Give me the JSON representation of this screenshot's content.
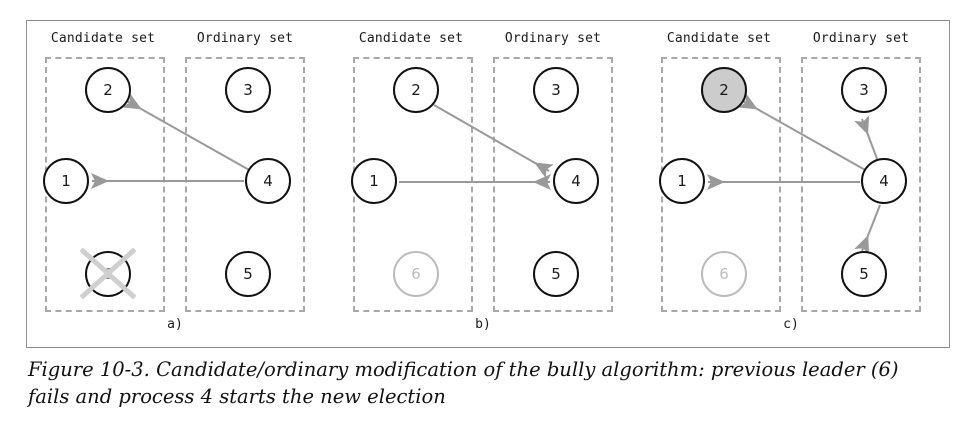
{
  "figure": {
    "caption_line_1": "Figure 10-3. Candidate/ordinary modification of the bully algorithm: previous leader",
    "caption_line_2": "(6) fails and process 4 starts the new election",
    "colors": {
      "node_stroke": "#111111",
      "node_fill_default": "#ffffff",
      "node_fill_leader": "#cccccc",
      "node_faded": "#bdbdbd",
      "arrow": "#999999",
      "dashed_box": "#a8a8a8",
      "frame": "#8e8e8e",
      "cross": "#cfcfcf"
    }
  },
  "panels": [
    {
      "id": "a",
      "caption": "a)",
      "candidate_set_label": "Candidate set",
      "ordinary_set_label": "Ordinary set",
      "nodes": [
        {
          "id": "2",
          "label": "2",
          "set": "candidate",
          "state": "normal"
        },
        {
          "id": "1",
          "label": "1",
          "set": "candidate",
          "state": "normal"
        },
        {
          "id": "6",
          "label": "6",
          "set": "candidate",
          "state": "failed"
        },
        {
          "id": "3",
          "label": "3",
          "set": "ordinary",
          "state": "normal"
        },
        {
          "id": "4",
          "label": "4",
          "set": "ordinary",
          "state": "normal"
        },
        {
          "id": "5",
          "label": "5",
          "set": "ordinary",
          "state": "normal"
        }
      ],
      "edges": [
        {
          "from": "4",
          "to": "2"
        },
        {
          "from": "4",
          "to": "1"
        }
      ]
    },
    {
      "id": "b",
      "caption": "b)",
      "candidate_set_label": "Candidate set",
      "ordinary_set_label": "Ordinary set",
      "nodes": [
        {
          "id": "2",
          "label": "2",
          "set": "candidate",
          "state": "normal"
        },
        {
          "id": "1",
          "label": "1",
          "set": "candidate",
          "state": "normal"
        },
        {
          "id": "6",
          "label": "6",
          "set": "candidate",
          "state": "faded"
        },
        {
          "id": "3",
          "label": "3",
          "set": "ordinary",
          "state": "normal"
        },
        {
          "id": "4",
          "label": "4",
          "set": "ordinary",
          "state": "normal"
        },
        {
          "id": "5",
          "label": "5",
          "set": "ordinary",
          "state": "normal"
        }
      ],
      "edges": [
        {
          "from": "2",
          "to": "4"
        },
        {
          "from": "1",
          "to": "4"
        }
      ]
    },
    {
      "id": "c",
      "caption": "c)",
      "candidate_set_label": "Candidate set",
      "ordinary_set_label": "Ordinary set",
      "nodes": [
        {
          "id": "2",
          "label": "2",
          "set": "candidate",
          "state": "leader"
        },
        {
          "id": "1",
          "label": "1",
          "set": "candidate",
          "state": "normal"
        },
        {
          "id": "6",
          "label": "6",
          "set": "candidate",
          "state": "faded"
        },
        {
          "id": "3",
          "label": "3",
          "set": "ordinary",
          "state": "normal"
        },
        {
          "id": "4",
          "label": "4",
          "set": "ordinary",
          "state": "normal"
        },
        {
          "id": "5",
          "label": "5",
          "set": "ordinary",
          "state": "normal"
        }
      ],
      "edges": [
        {
          "from": "4",
          "to": "2"
        },
        {
          "from": "4",
          "to": "1"
        },
        {
          "from": "4",
          "to": "3"
        },
        {
          "from": "4",
          "to": "5"
        }
      ]
    }
  ]
}
